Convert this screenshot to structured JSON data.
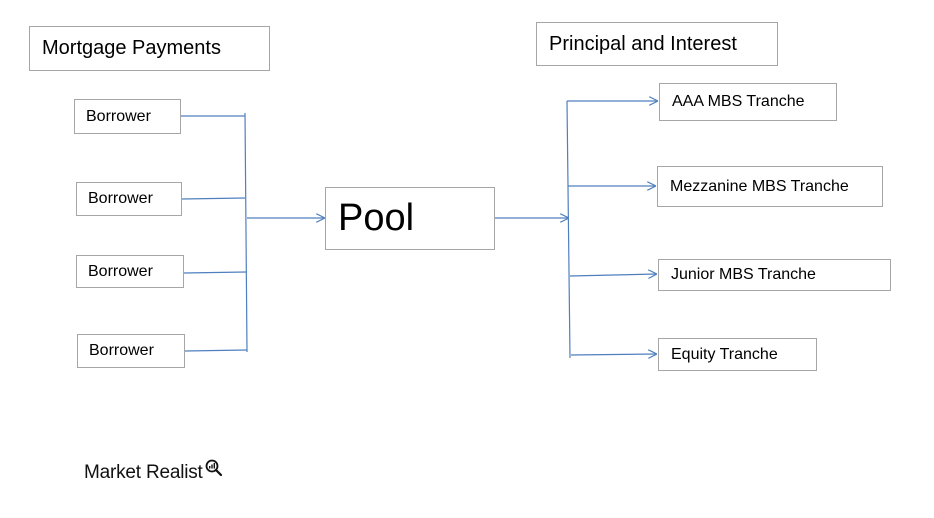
{
  "headers": {
    "left": "Mortgage Payments",
    "right": "Principal and Interest"
  },
  "borrowers": [
    "Borrower",
    "Borrower",
    "Borrower",
    "Borrower"
  ],
  "pool": "Pool",
  "tranches": [
    "AAA MBS Tranche",
    "Mezzanine MBS Tranche",
    "Junior MBS Tranche",
    "Equity Tranche"
  ],
  "brand": "Market Realist",
  "colors": {
    "connector": "#4f7fbf",
    "box_border": "#a6a6a6"
  },
  "icons": {
    "brand_mark": "magnifier-chart-icon"
  }
}
